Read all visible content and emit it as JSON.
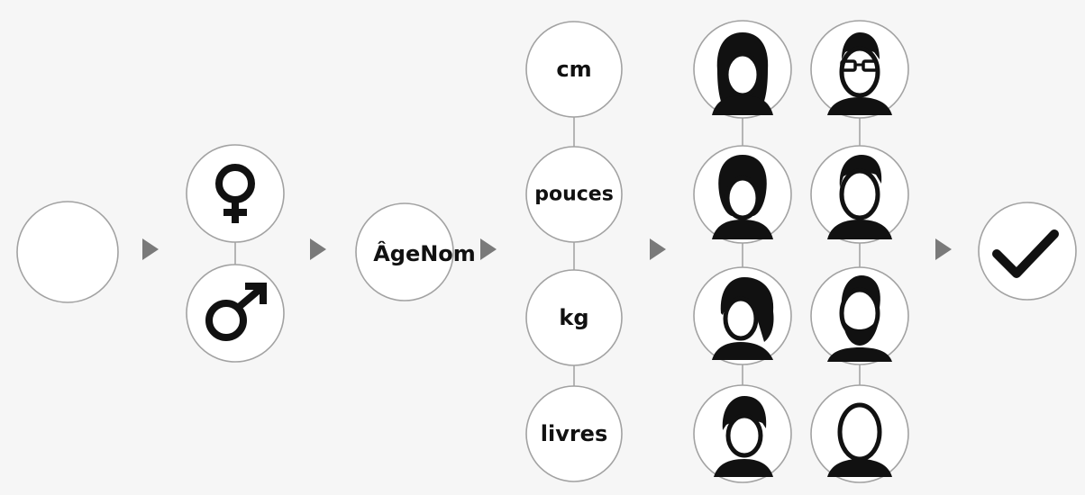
{
  "steps": {
    "age_name_label": "ÂgeNom",
    "units": {
      "cm": "cm",
      "pouces": "pouces",
      "kg": "kg",
      "livres": "livres"
    }
  },
  "gender_options": [
    "female-symbol-icon",
    "male-symbol-icon"
  ],
  "avatars": [
    "woman-long-hair-icon",
    "man-glasses-icon",
    "woman-bob-hair-icon",
    "man-short-hair-icon",
    "woman-ponytail-icon",
    "man-beard-icon",
    "woman-short-bangs-icon",
    "man-bald-icon"
  ],
  "final_icon": "checkmark-icon"
}
